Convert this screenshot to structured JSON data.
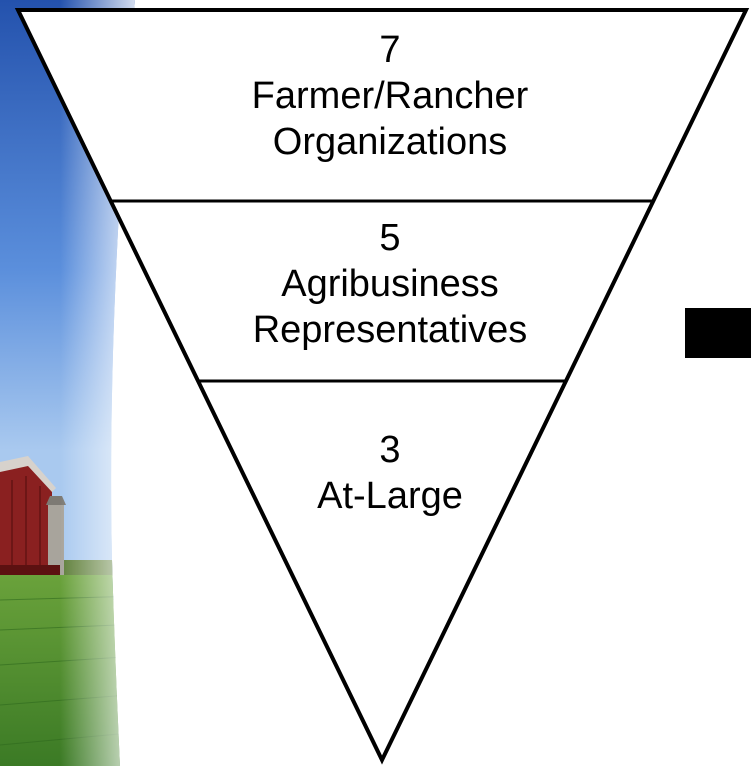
{
  "colors": {
    "sky_top": "#2f63bf",
    "sky_bottom": "#9cc2ee",
    "field": "#4d8d2e",
    "barn": "#8a1f1f",
    "square": "#000000",
    "outline": "#000000"
  },
  "funnel": {
    "tiers": [
      {
        "count": "7",
        "line1": "Farmer/Rancher",
        "line2": "Organizations"
      },
      {
        "count": "5",
        "line1": "Agribusiness",
        "line2": "Representatives"
      },
      {
        "count": "3",
        "line1": "At-Large",
        "line2": ""
      }
    ]
  }
}
